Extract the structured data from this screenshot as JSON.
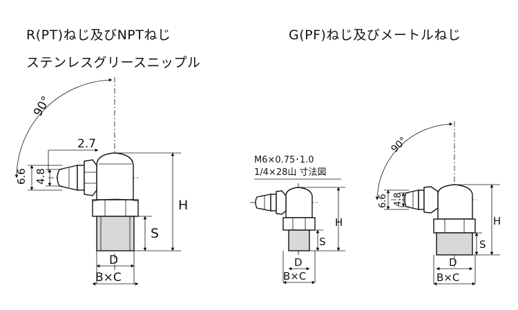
{
  "titles": {
    "left_line1": "R(PT)ねじ及びNPTねじ",
    "left_line2": "ステンレスグリースニップル",
    "right_line1": "G(PF)ねじ及びメートルねじ"
  },
  "left_figure": {
    "angle": "90°",
    "offset": "2.7",
    "dim_outer": "6.6",
    "dim_inner": "4.8",
    "height": "H",
    "thread_len": "S",
    "diameter": "D",
    "width": "B×C"
  },
  "middle_figure": {
    "note_line1": "M6×0.75･1.0",
    "note_line2": "1/4×28山 寸法図",
    "height": "H",
    "thread_len": "S",
    "diameter": "D",
    "width": "B×C"
  },
  "right_figure": {
    "angle": "90°",
    "dim_outer": "6.6",
    "dim_inner": "4.8",
    "height": "H",
    "thread_len": "S",
    "diameter": "D",
    "width": "B×C"
  }
}
